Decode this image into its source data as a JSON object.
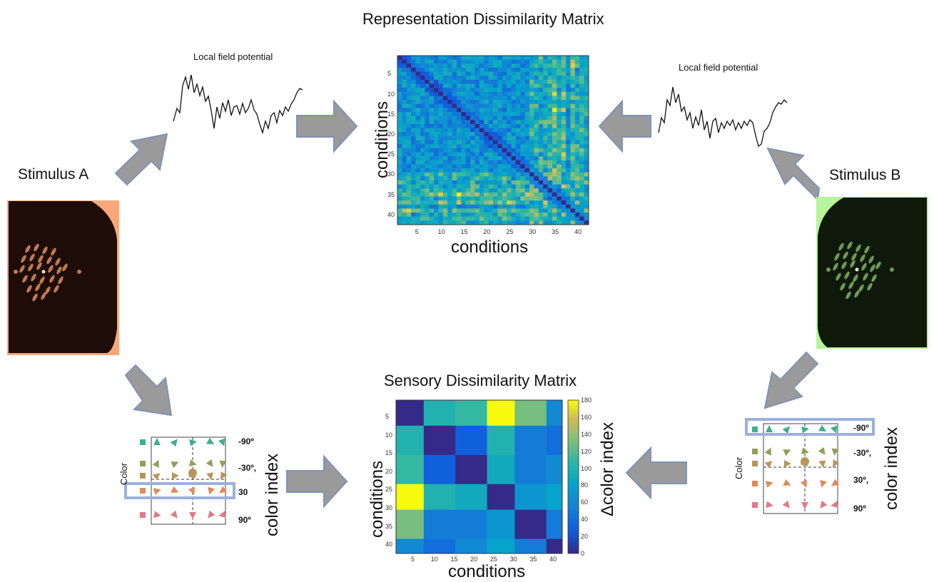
{
  "titles": {
    "rdm": "Representation Dissimilarity Matrix",
    "sdm": "Sensory Dissimilarity Matrix"
  },
  "lfp": {
    "left_label": "Local field potential",
    "right_label": "Local field potential"
  },
  "stimuli": {
    "a": {
      "label": "Stimulus A",
      "bg_color": "#f9a77a",
      "dot_color": "#c07a52"
    },
    "b": {
      "label": "Stimulus B",
      "bg_color": "#b6f59c",
      "dot_color": "#6f9a55"
    }
  },
  "rdm": {
    "xlabel": "conditions",
    "ylabel": "conditions",
    "xticks": [
      "5",
      "10",
      "15",
      "20",
      "25",
      "30",
      "35",
      "40"
    ],
    "yticks": [
      "5",
      "10",
      "15",
      "20",
      "25",
      "30",
      "35",
      "40"
    ]
  },
  "sdm": {
    "xlabel": "conditions",
    "ylabel": "conditions",
    "colorbar_label": "Δcolor index",
    "xticks": [
      "5",
      "10",
      "15",
      "20",
      "25",
      "30",
      "35",
      "40"
    ],
    "yticks": [
      "5",
      "10",
      "15",
      "20",
      "25",
      "30",
      "35",
      "40"
    ],
    "cbar_ticks": [
      "180",
      "160",
      "140",
      "120",
      "100",
      "80",
      "60",
      "40",
      "20",
      "0"
    ]
  },
  "color_index_left": {
    "axis_label": "Color",
    "side_label": "color index",
    "rows": [
      "-90º",
      "-30º,",
      "30",
      "90º"
    ],
    "row_colors": [
      "#3fae8f",
      "#8ea05a",
      "#e08a5a",
      "#e07a86"
    ]
  },
  "color_index_right": {
    "axis_label": "Color",
    "side_label": "color index",
    "rows": [
      "-90º",
      "-30º,",
      "30º,",
      "90º"
    ],
    "row_colors": [
      "#3fae8f",
      "#8ea05a",
      "#b8955a",
      "#e08a5a",
      "#e07a86"
    ]
  },
  "chart_data": [
    {
      "type": "heatmap",
      "title": "Representation Dissimilarity Matrix",
      "xlabel": "conditions",
      "ylabel": "conditions",
      "xlim": [
        1,
        42
      ],
      "ylim": [
        1,
        42
      ]
    },
    {
      "type": "heatmap",
      "title": "Sensory Dissimilarity Matrix",
      "xlabel": "conditions",
      "ylabel": "conditions",
      "colorbar_label": "Δcolor index",
      "colorbar_range": [
        0,
        180
      ],
      "blocks": [
        "1-7",
        "8-15",
        "16-23",
        "24-30",
        "31-38",
        "39-42"
      ],
      "values": [
        [
          0,
          100,
          110,
          180,
          130,
          60
        ],
        [
          100,
          0,
          30,
          100,
          50,
          40
        ],
        [
          110,
          30,
          0,
          90,
          50,
          60
        ],
        [
          180,
          100,
          90,
          0,
          70,
          80
        ],
        [
          130,
          50,
          50,
          70,
          0,
          50
        ],
        [
          60,
          40,
          60,
          80,
          50,
          0
        ]
      ]
    }
  ]
}
